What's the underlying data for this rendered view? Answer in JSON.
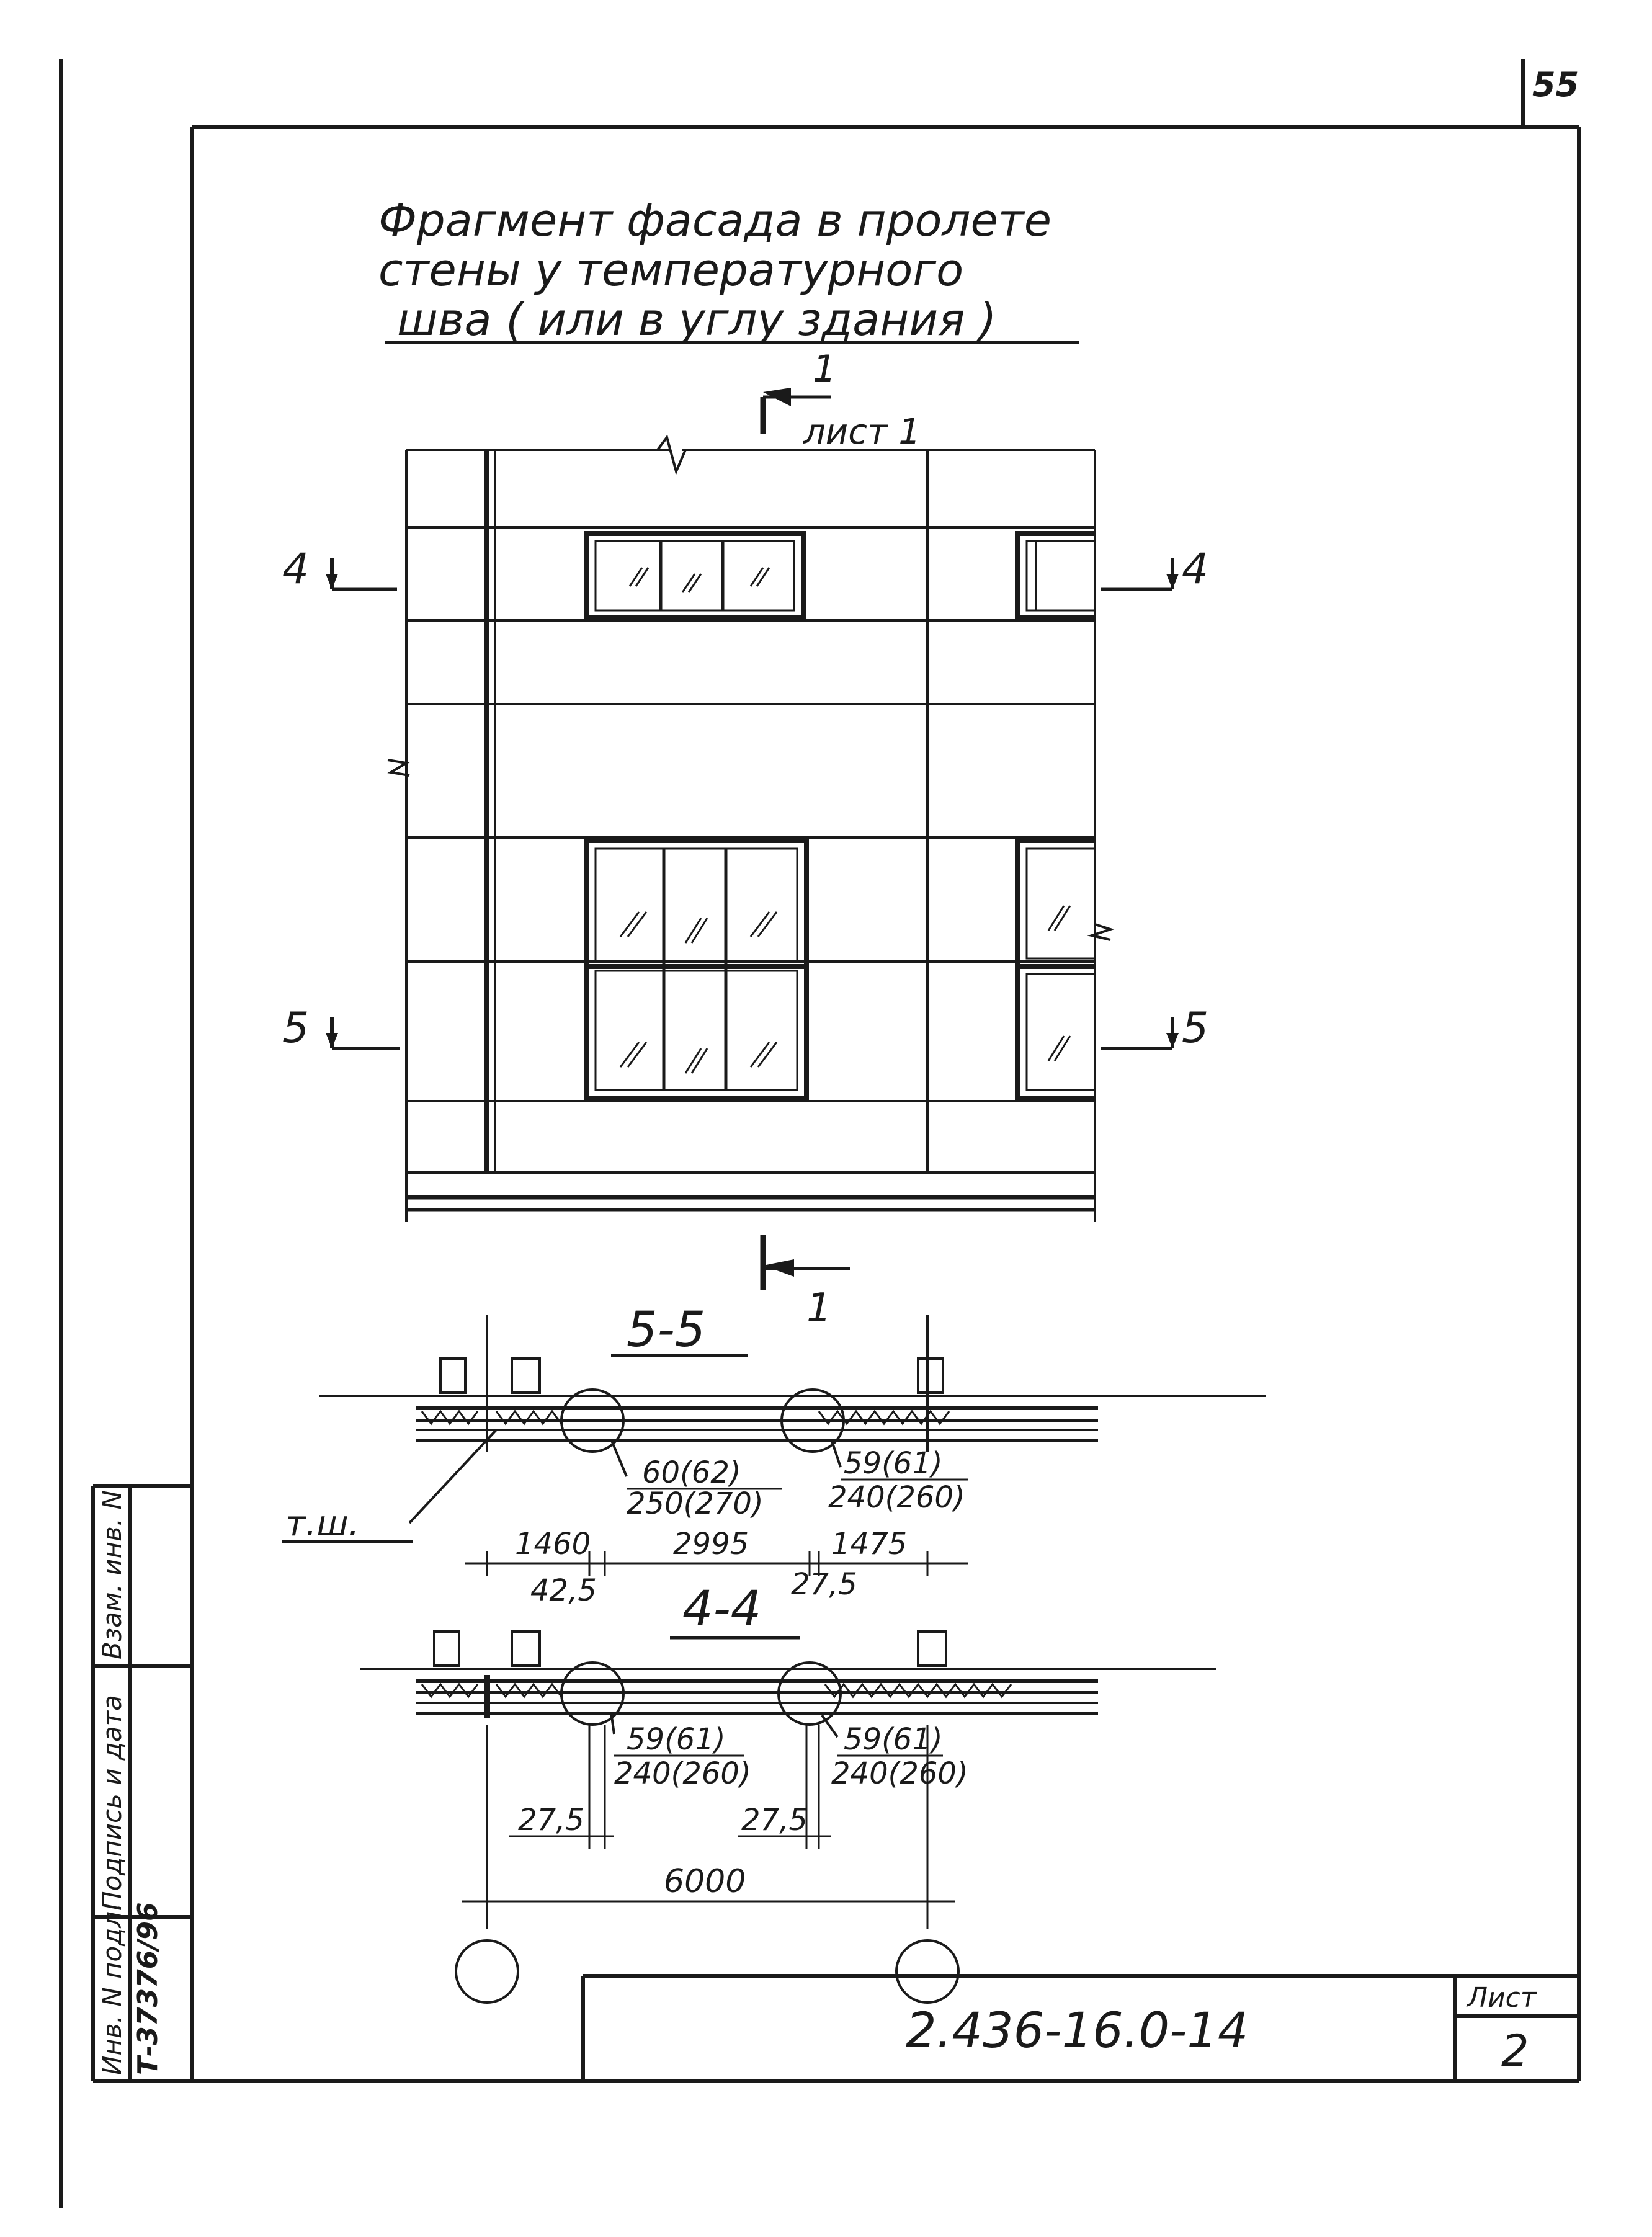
{
  "sheet_corner_number": "55",
  "title": {
    "line1": "Фрагмент   фасада  в пролете",
    "line2": "стены  у  температурного",
    "line3": "шва ( или   в  углу  здания )"
  },
  "cut_marks": {
    "section_1_label": "1",
    "section_1_ref": "лист 1",
    "section_4_label": "4",
    "section_5_label": "5",
    "section_1_bottom_label": "1"
  },
  "section_5_5": {
    "title": "5-5",
    "joint_label": "т.ш.",
    "callout_left_top": "60(62)",
    "callout_left_bottom": "250(270)",
    "callout_right_top": "59(61)",
    "callout_right_bottom": "240(260)",
    "dims": [
      "1460",
      "2995",
      "1475"
    ],
    "small_dims": [
      "42,5",
      "27,5"
    ]
  },
  "section_4_4": {
    "title": "4-4",
    "callout_left_top": "59(61)",
    "callout_left_bottom": "240(260)",
    "callout_right_top": "59(61)",
    "callout_right_bottom": "240(260)",
    "small_dims": [
      "27,5",
      "27,5"
    ],
    "overall_dim": "6000"
  },
  "side_stamp": {
    "col1": "Инв. N подл.",
    "col2": "Подпись и дата",
    "col3": "Взам. инв. N",
    "inventory_number": "Т-37376/96"
  },
  "title_block": {
    "document_code": "2.436-16.0-14",
    "sheet_label": "Лист",
    "sheet_number": "2"
  }
}
